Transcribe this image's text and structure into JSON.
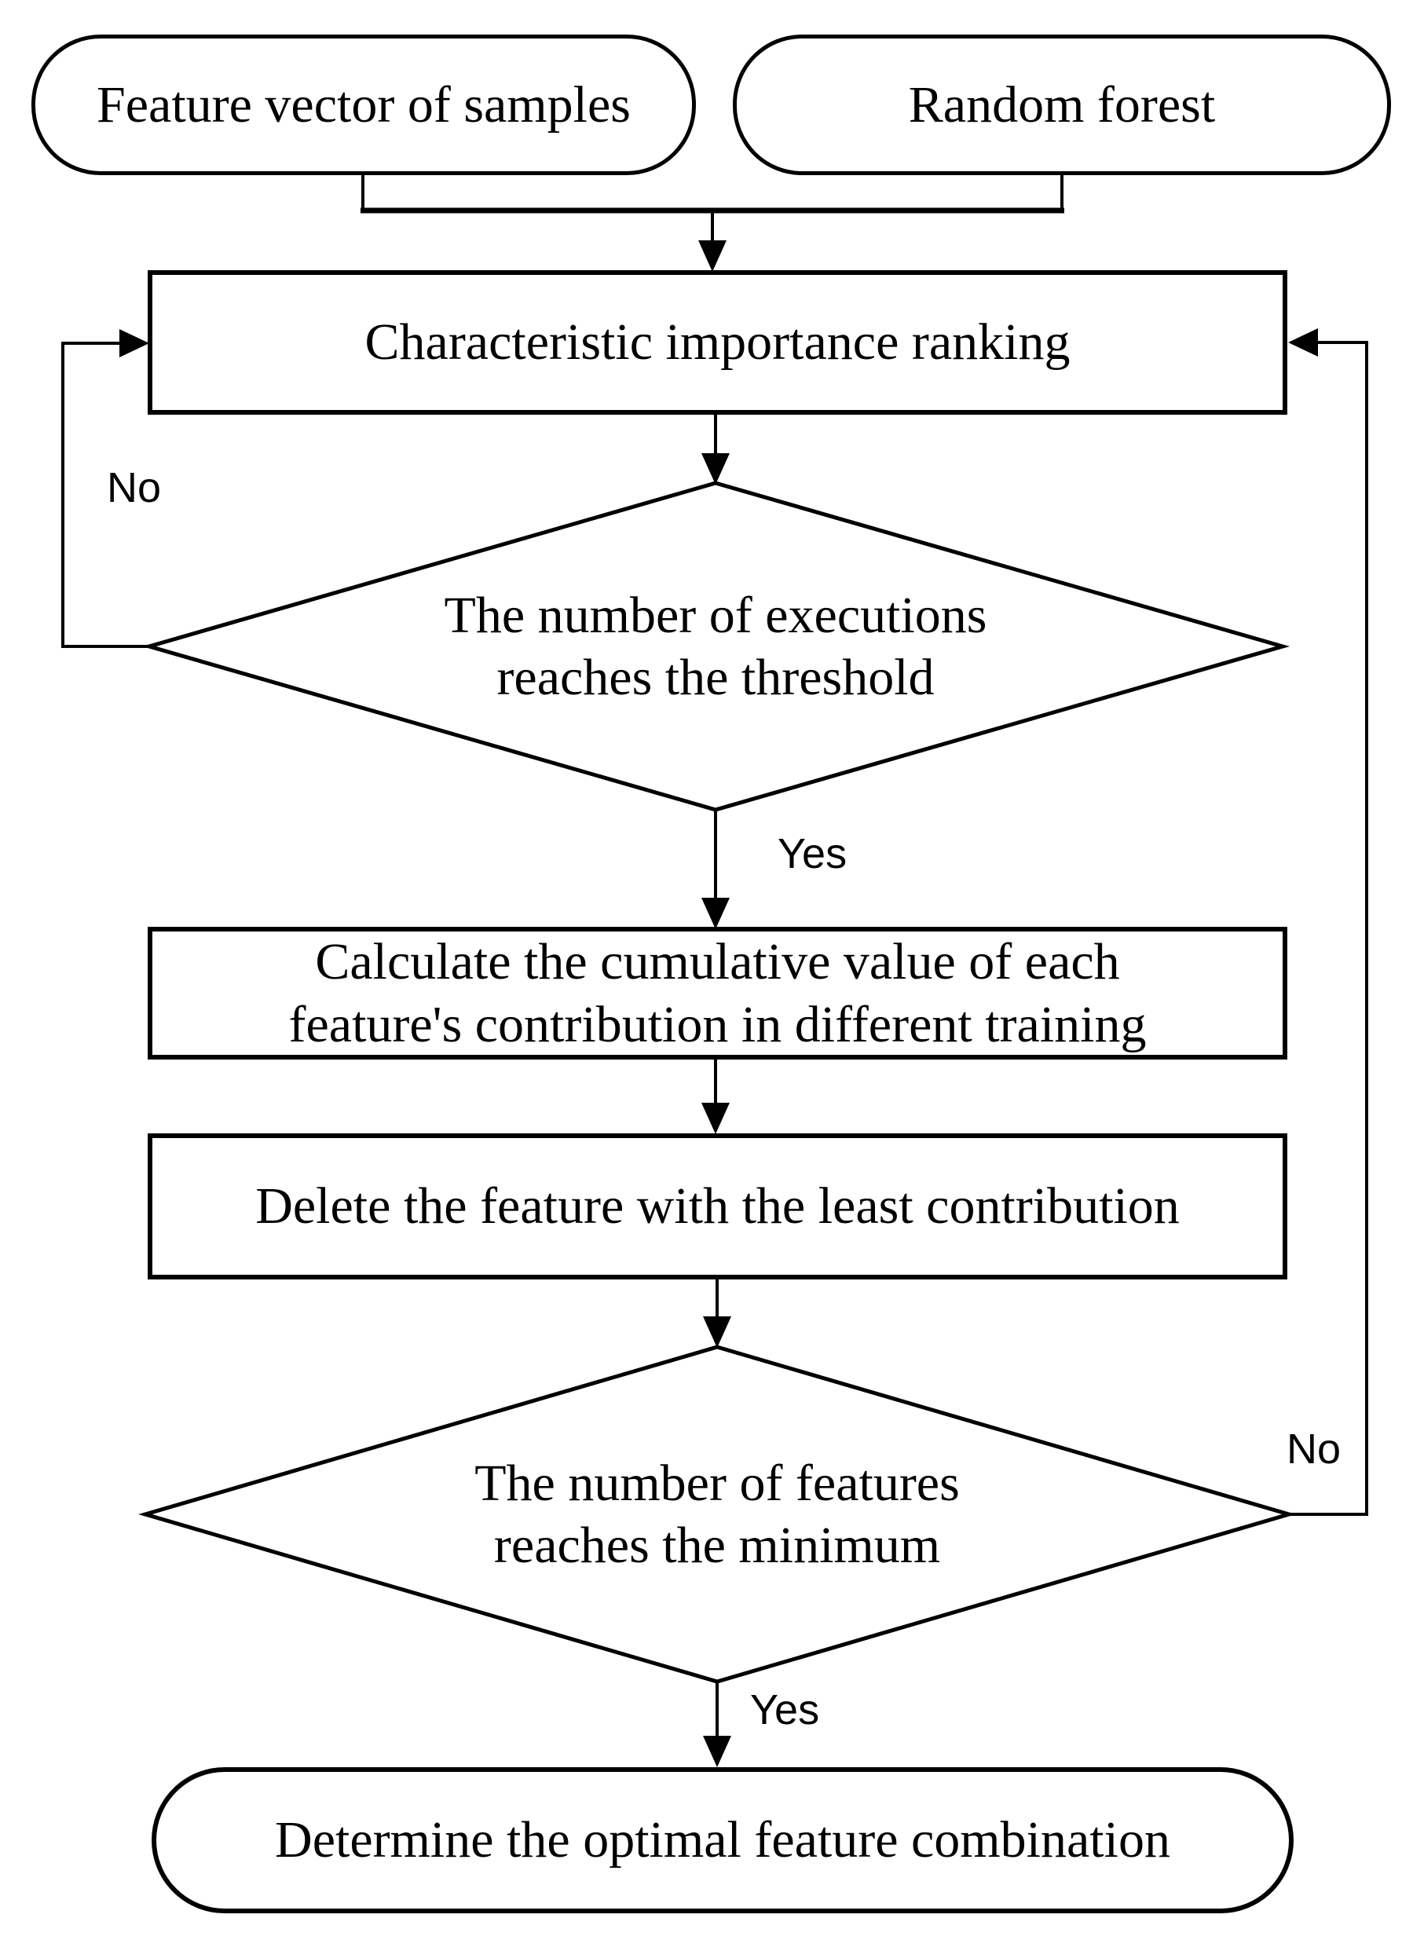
{
  "meta": {
    "background_color": "#ffffff",
    "line_color": "#000000",
    "text_color": "#000000",
    "diagram_type": "flowchart"
  },
  "nodes": {
    "feature_vector": {
      "type": "terminal",
      "label": "Feature vector of samples"
    },
    "random_forest": {
      "type": "terminal",
      "label": "Random forest"
    },
    "ranking": {
      "type": "process",
      "label": "Characteristic importance ranking"
    },
    "threshold_decision": {
      "type": "decision",
      "line1": "The number of executions",
      "line2": "reaches the threshold"
    },
    "calculate": {
      "type": "process",
      "line1": "Calculate the cumulative value of each",
      "line2": "feature's contribution in different training"
    },
    "delete": {
      "type": "process",
      "label": "Delete the feature with the least contribution"
    },
    "minimum_decision": {
      "type": "decision",
      "line1": "The number of features",
      "line2": "reaches the minimum"
    },
    "determine": {
      "type": "terminal",
      "label": "Determine the optimal feature combination"
    }
  },
  "edge_labels": {
    "no_left": "No",
    "yes_threshold": "Yes",
    "no_right": "No",
    "yes_minimum": "Yes"
  }
}
